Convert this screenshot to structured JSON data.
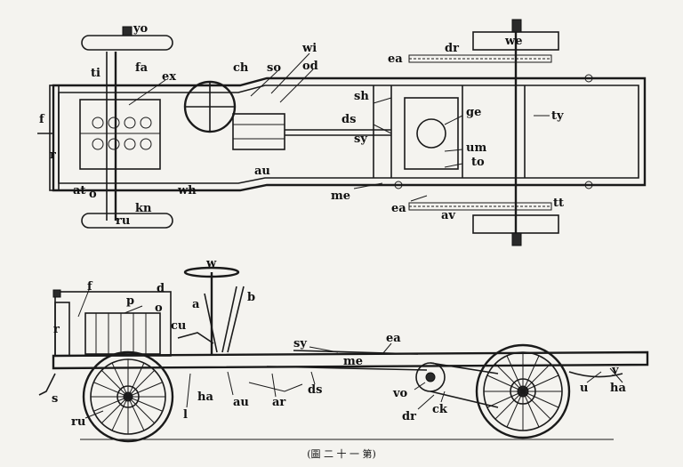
{
  "top_view": {
    "labels": [
      "yo",
      "fa",
      "ti",
      "ex",
      "ch",
      "so",
      "wi",
      "od",
      "ea",
      "dr",
      "we",
      "sh",
      "ds",
      "sy",
      "ge",
      "ty",
      "um",
      "to",
      "f",
      "r",
      "at",
      "o",
      "wh",
      "au",
      "me",
      "ea",
      "av",
      "tt",
      "kn",
      "ru"
    ]
  },
  "side_view": {
    "labels": [
      "w",
      "f",
      "p",
      "d",
      "a",
      "b",
      "o",
      "r",
      "cu",
      "sy",
      "ea",
      "me",
      "ds",
      "s",
      "ha",
      "au",
      "ar",
      "l",
      "ru",
      "vo",
      "dr",
      "ck",
      "u",
      "y",
      "ha"
    ]
  },
  "caption": "(圖 二 十 一 第)"
}
